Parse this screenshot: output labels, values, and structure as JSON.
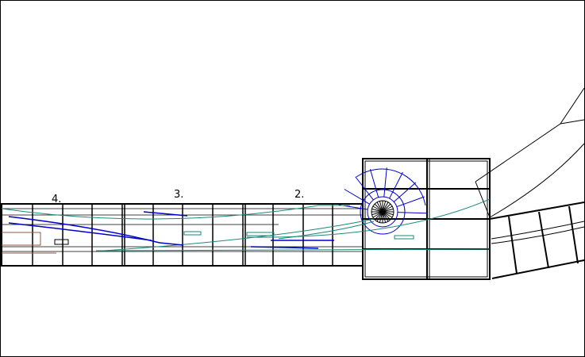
{
  "drawing": {
    "section_labels": [
      "4.",
      "3.",
      "2."
    ],
    "colors": {
      "structure": "#000000",
      "track_blue": "#0000cc",
      "track_teal": "#1a8a7a",
      "accent_brown": "#8b5a4a"
    }
  }
}
